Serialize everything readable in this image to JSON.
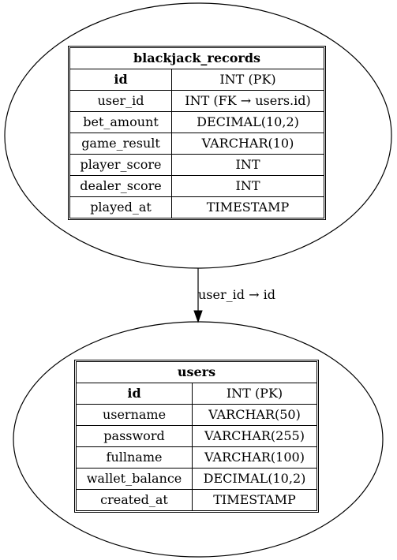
{
  "entities": {
    "blackjack_records": {
      "title": "blackjack_records",
      "columns": [
        {
          "name": "id",
          "type": "INT (PK)",
          "primary": true
        },
        {
          "name": "user_id",
          "type": "INT (FK → users.id)",
          "primary": false
        },
        {
          "name": "bet_amount",
          "type": "DECIMAL(10,2)",
          "primary": false
        },
        {
          "name": "game_result",
          "type": "VARCHAR(10)",
          "primary": false
        },
        {
          "name": "player_score",
          "type": "INT",
          "primary": false
        },
        {
          "name": "dealer_score",
          "type": "INT",
          "primary": false
        },
        {
          "name": "played_at",
          "type": "TIMESTAMP",
          "primary": false
        }
      ]
    },
    "users": {
      "title": "users",
      "columns": [
        {
          "name": "id",
          "type": "INT (PK)",
          "primary": true
        },
        {
          "name": "username",
          "type": "VARCHAR(50)",
          "primary": false
        },
        {
          "name": "password",
          "type": "VARCHAR(255)",
          "primary": false
        },
        {
          "name": "fullname",
          "type": "VARCHAR(100)",
          "primary": false
        },
        {
          "name": "wallet_balance",
          "type": "DECIMAL(10,2)",
          "primary": false
        },
        {
          "name": "created_at",
          "type": "TIMESTAMP",
          "primary": false
        }
      ]
    }
  },
  "relationship": {
    "label": "user_id → id"
  },
  "colors": {
    "stroke": "#000000",
    "background": "#ffffff"
  }
}
